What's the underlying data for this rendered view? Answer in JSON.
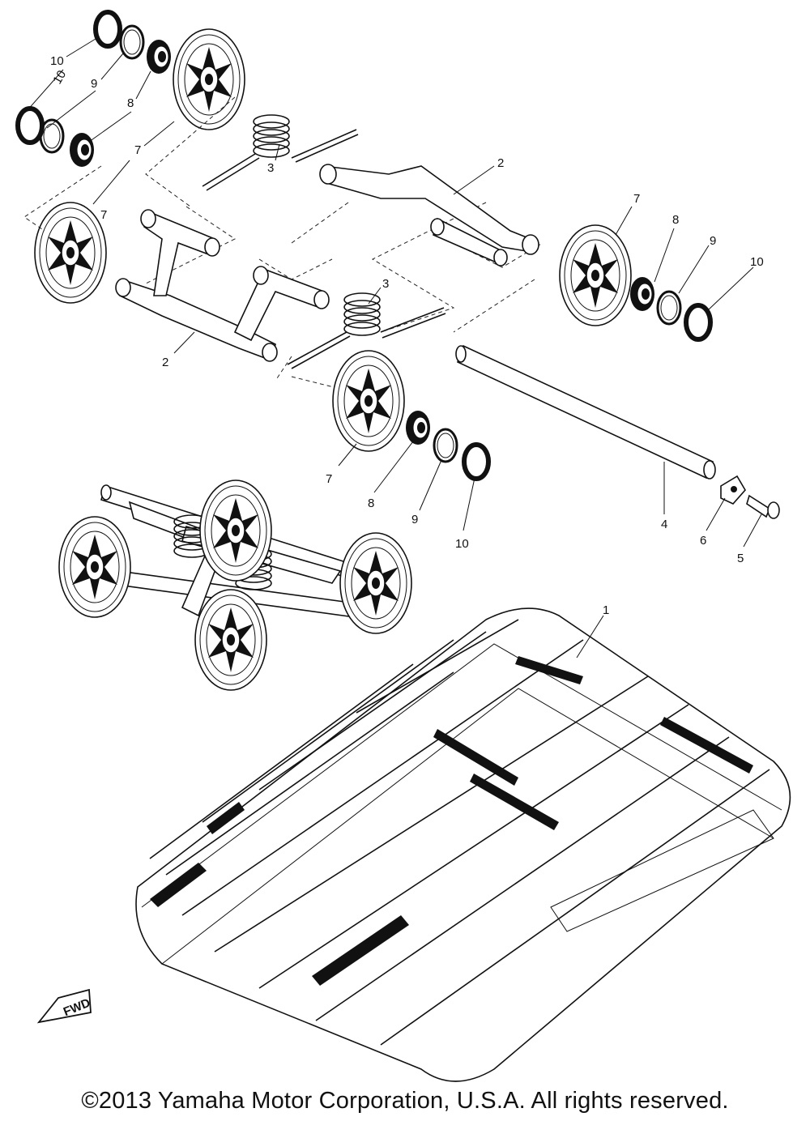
{
  "diagram": {
    "callouts": {
      "c1": "1",
      "c2a": "2",
      "c2b": "2",
      "c3a": "3",
      "c3b": "3",
      "c4": "4",
      "c5": "5",
      "c6": "6",
      "c7a": "7",
      "c7b": "7",
      "c7c": "7",
      "c7d": "7",
      "c8a": "8",
      "c8b": "8",
      "c8c": "8",
      "c9a": "9",
      "c9b": "9",
      "c9c": "9",
      "c10a": "10",
      "c10b": "10",
      "c10c": "10",
      "c10d": "10"
    },
    "direction_label": "FWD"
  },
  "footer": {
    "copyright": "©2013 Yamaha Motor Corporation, U.S.A. All rights reserved."
  }
}
